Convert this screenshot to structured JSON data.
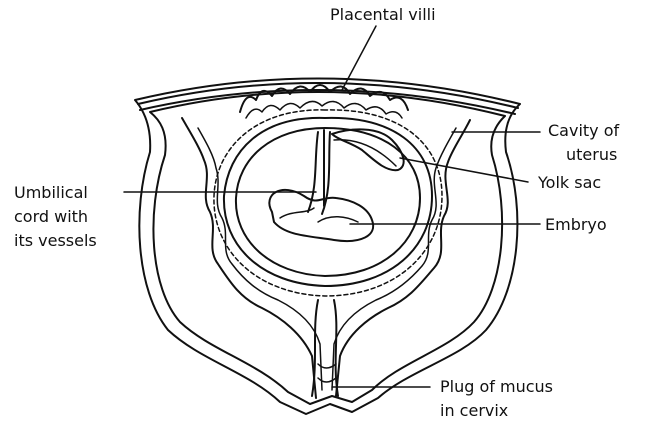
{
  "labels": {
    "placental_villi": "Placental villi",
    "cavity_line1": "Cavity of",
    "cavity_line2": "uterus",
    "yolk_sac": "Yolk sac",
    "embryo": "Embryo",
    "umbilical_line1": "Umbilical",
    "umbilical_line2": "cord with",
    "umbilical_line3": "its vessels",
    "plug_line1": "Plug of mucus",
    "plug_line2": "in cervix"
  },
  "colors": {
    "ink": "#111111",
    "background": "#ffffff"
  }
}
